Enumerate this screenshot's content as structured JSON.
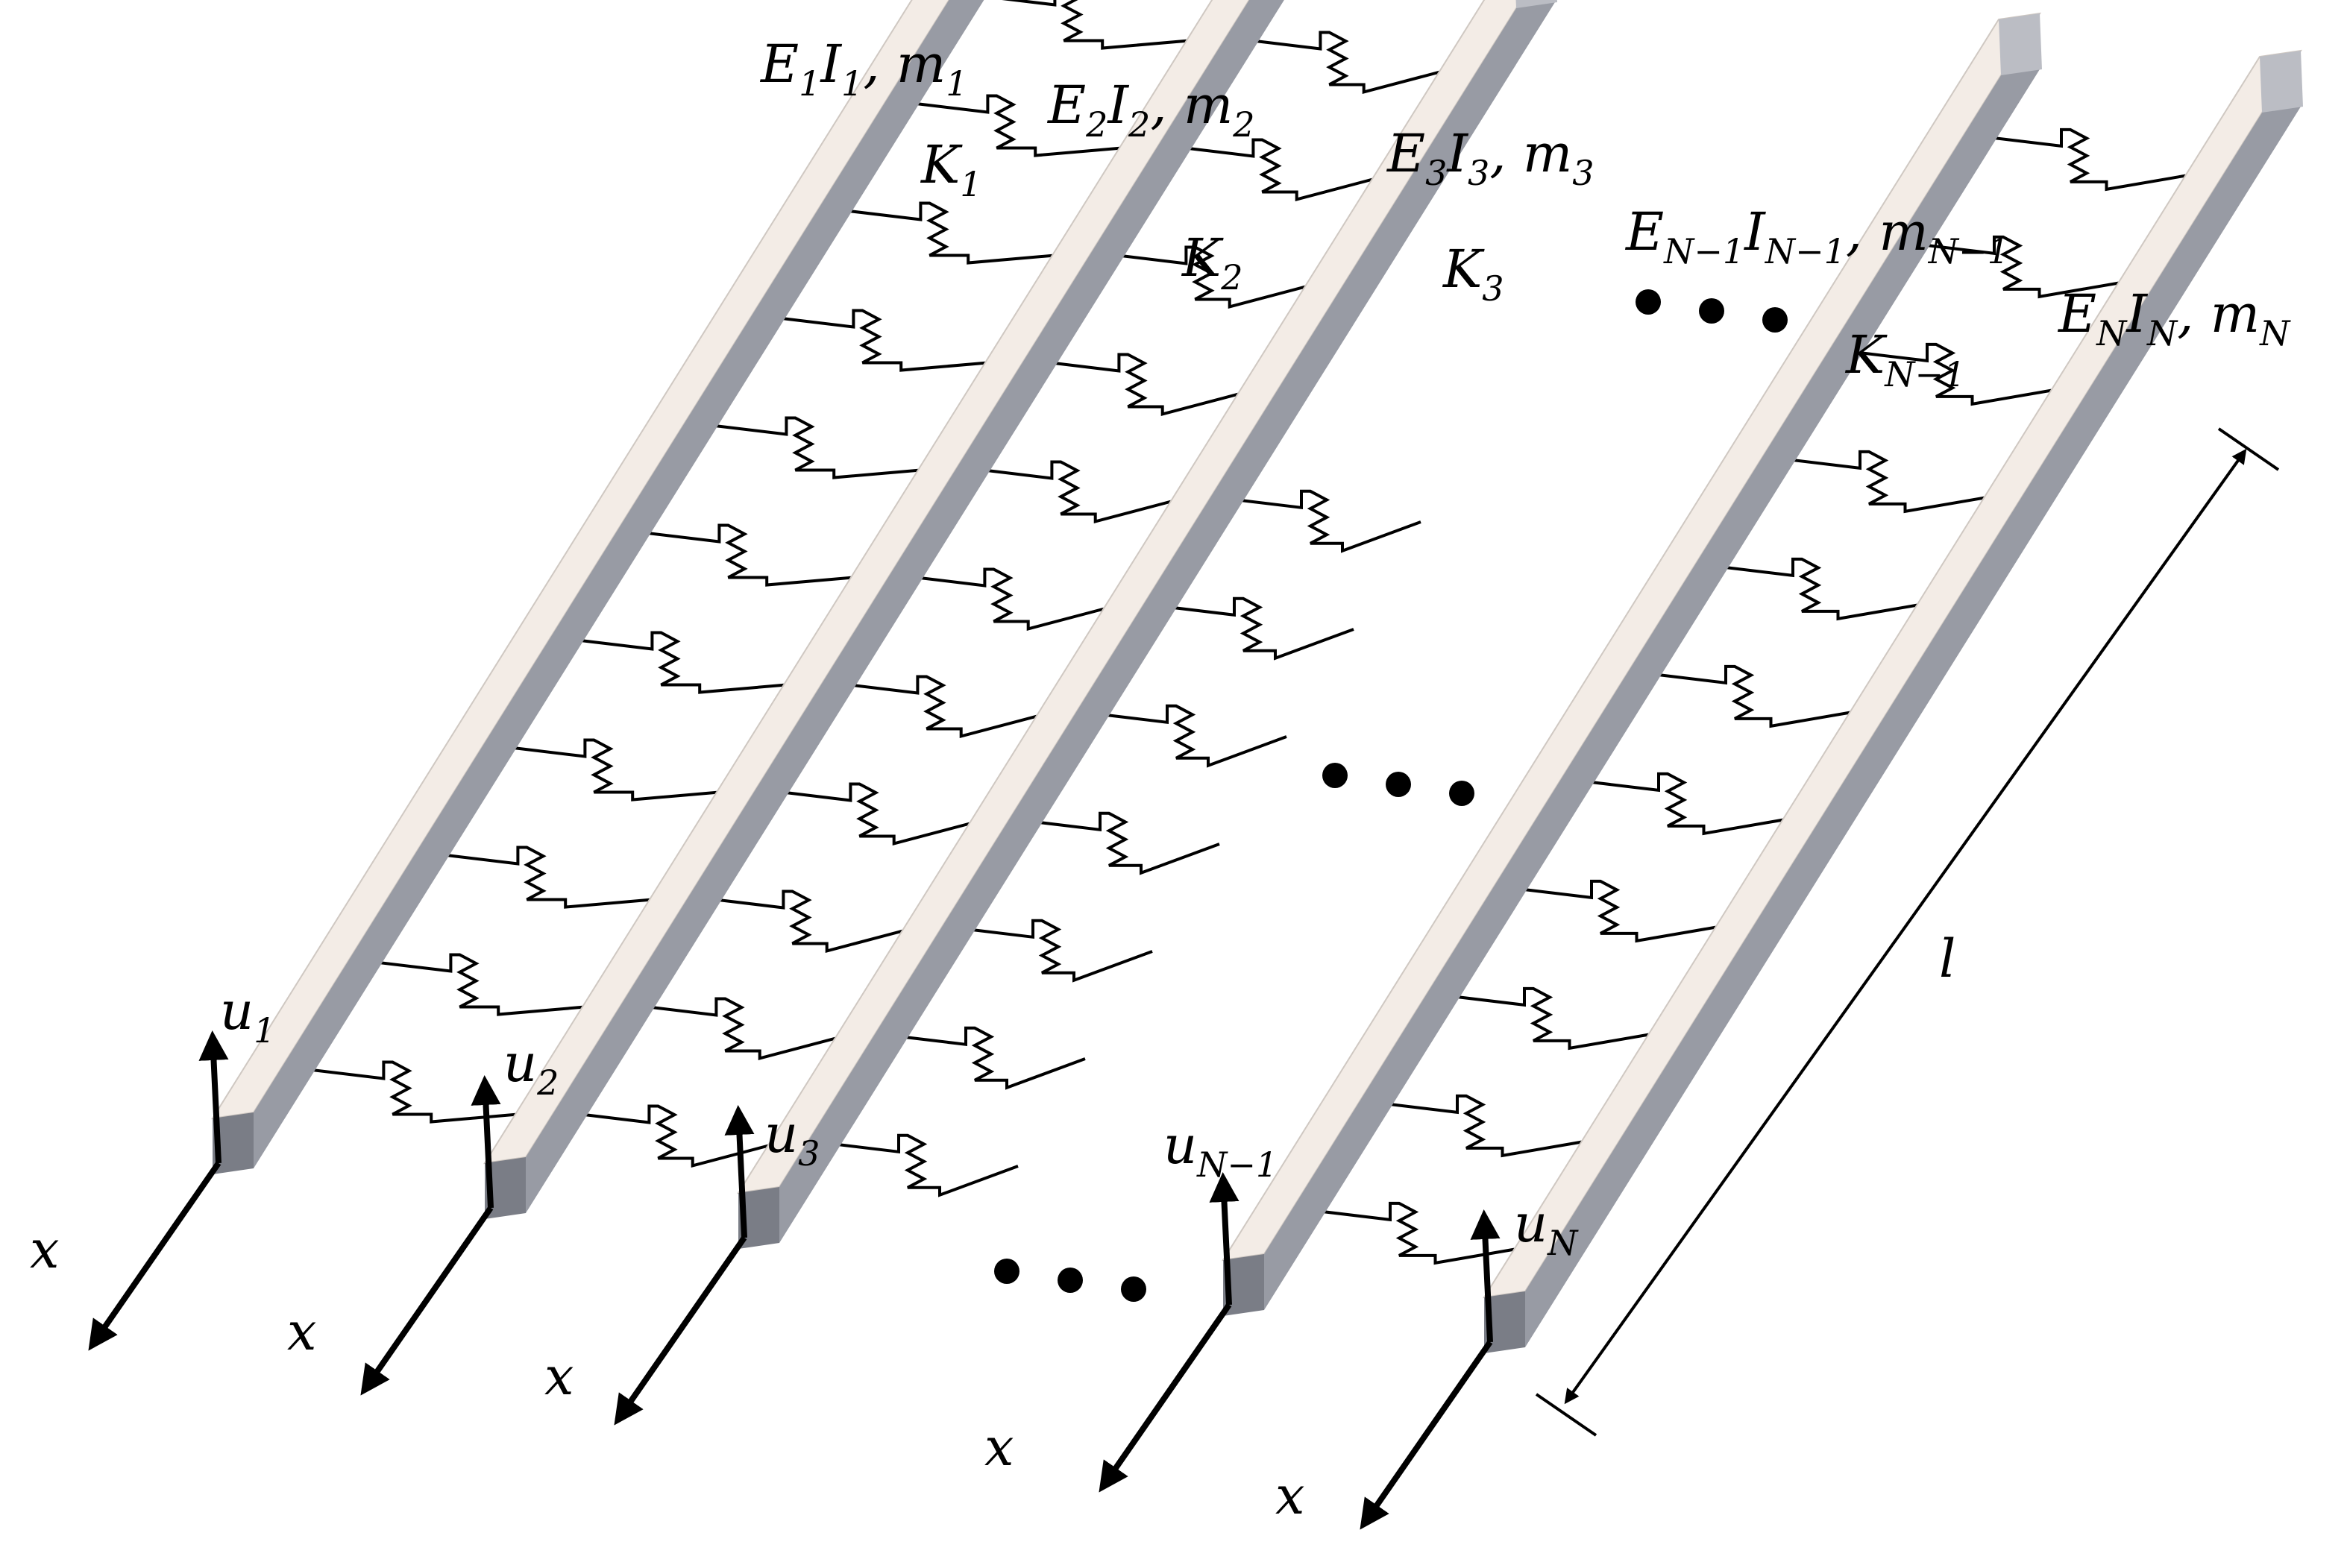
{
  "colors": {
    "beam_top": "#f3ece6",
    "beam_side": "#989ba4",
    "beam_end": "#7a7d86",
    "ink": "#000000"
  },
  "beams": [
    {
      "E": "E",
      "I": "I",
      "m": "m",
      "sub": "1",
      "u": "u",
      "u_sub": "1",
      "axis": "x"
    },
    {
      "E": "E",
      "I": "I",
      "m": "m",
      "sub": "2",
      "u": "u",
      "u_sub": "2",
      "axis": "x"
    },
    {
      "E": "E",
      "I": "I",
      "m": "m",
      "sub": "3",
      "u": "u",
      "u_sub": "3",
      "axis": "x"
    },
    {
      "E": "E",
      "I": "I",
      "m": "m",
      "sub": "N−1",
      "u": "u",
      "u_sub": "N−1",
      "axis": "x"
    },
    {
      "E": "E",
      "I": "I",
      "m": "m",
      "sub": "N",
      "u": "u",
      "u_sub": "N",
      "axis": "x"
    }
  ],
  "springs": [
    {
      "K": "K",
      "sub": "1"
    },
    {
      "K": "K",
      "sub": "2"
    },
    {
      "K": "K",
      "sub": "3"
    },
    {
      "K": "K",
      "sub": "N−1"
    }
  ],
  "length_label": "l",
  "ellipsis": "• • •"
}
